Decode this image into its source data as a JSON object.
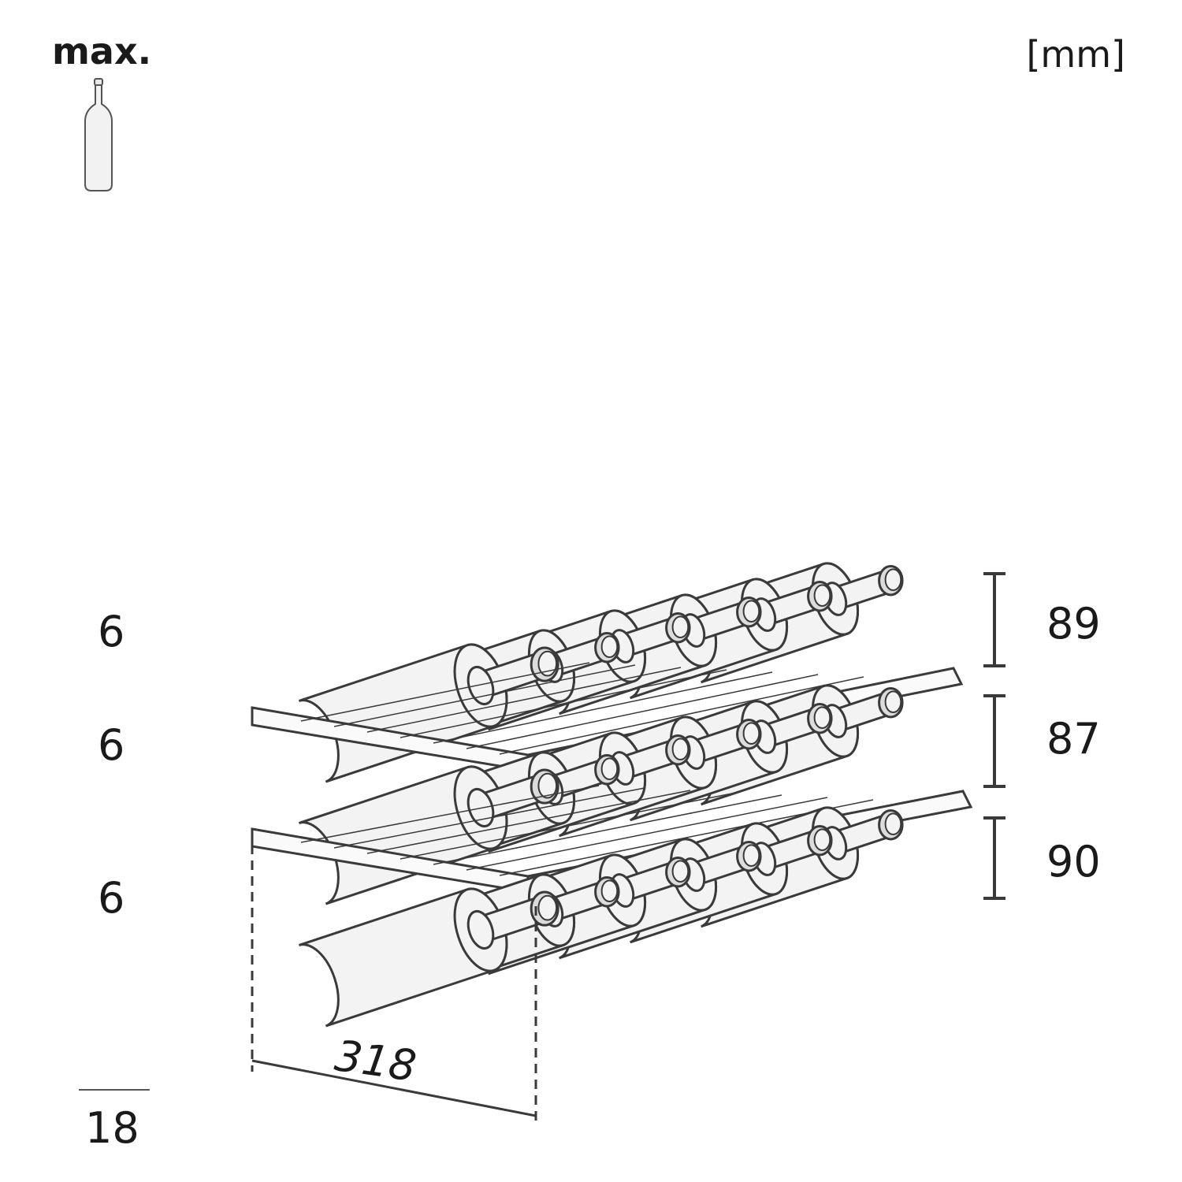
{
  "header": {
    "max_label": "max.",
    "unit_label": "[mm]"
  },
  "bottle_icon": "wine-bottle-icon",
  "shelves": [
    {
      "count": "6",
      "height": "89"
    },
    {
      "count": "6",
      "height": "87"
    },
    {
      "count": "6",
      "height": "90"
    }
  ],
  "total": "18",
  "depth": "318",
  "colors": {
    "line": "#3a3a3a",
    "bottle_fill": "#f3f3f3",
    "text": "#1a1a1a"
  }
}
